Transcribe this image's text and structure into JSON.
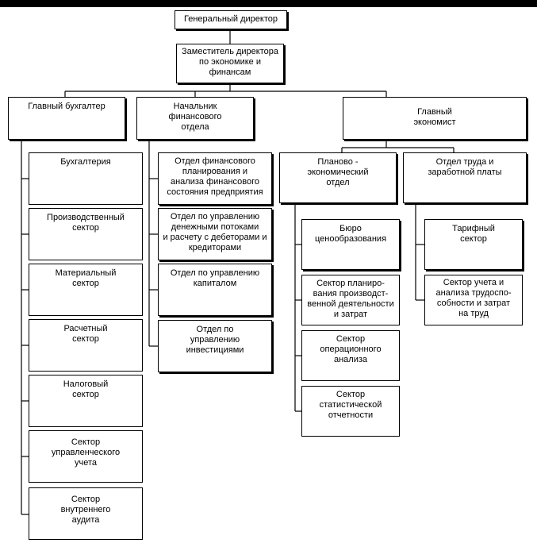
{
  "org_chart": {
    "general_director": "Генеральный директор",
    "deputy_director": "Заместитель директора\nпо экономике и\nфинансам",
    "chief_accountant": {
      "title": "Главный бухгалтер",
      "units": [
        "Бухгалтерия",
        "Производственный\nсектор",
        "Материальный\nсектор",
        "Расчетный\nсектор",
        "Налоговый\nсектор",
        "Сектор\nуправленческого\nучета",
        "Сектор\nвнутреннего\nаудита"
      ]
    },
    "head_financial_department": {
      "title": "Начальник\nфинансового\nотдела",
      "units": [
        "Отдел финансового\nпланирования и\nанализа финансового\nсостояния предприятия",
        "Отдел по управлению\nденежными потоками\nи расчету с дебеторами и\nкредиторами",
        "Отдел по управлению\nкапиталом",
        "Отдел по\nуправлению\nинвестициями"
      ]
    },
    "chief_economist": {
      "title": "Главный\nэкономист",
      "planning_department": {
        "title": "Планово -\nэкономический\nотдел",
        "units": [
          "Бюро\nценообразования",
          "Сектор планиро-\nвания производст-\nвенной деятельности\nи затрат",
          "Сектор\nоперационного\nанализа",
          "Сектор\nстатистической\nотчетности"
        ]
      },
      "labor_department": {
        "title": "Отдел труда и\nзаработной платы",
        "units": [
          "Тарифный\nсектор",
          "Сектор учета и\nанализа трудоспо-\nсобности и затрат\nна труд"
        ]
      }
    }
  }
}
